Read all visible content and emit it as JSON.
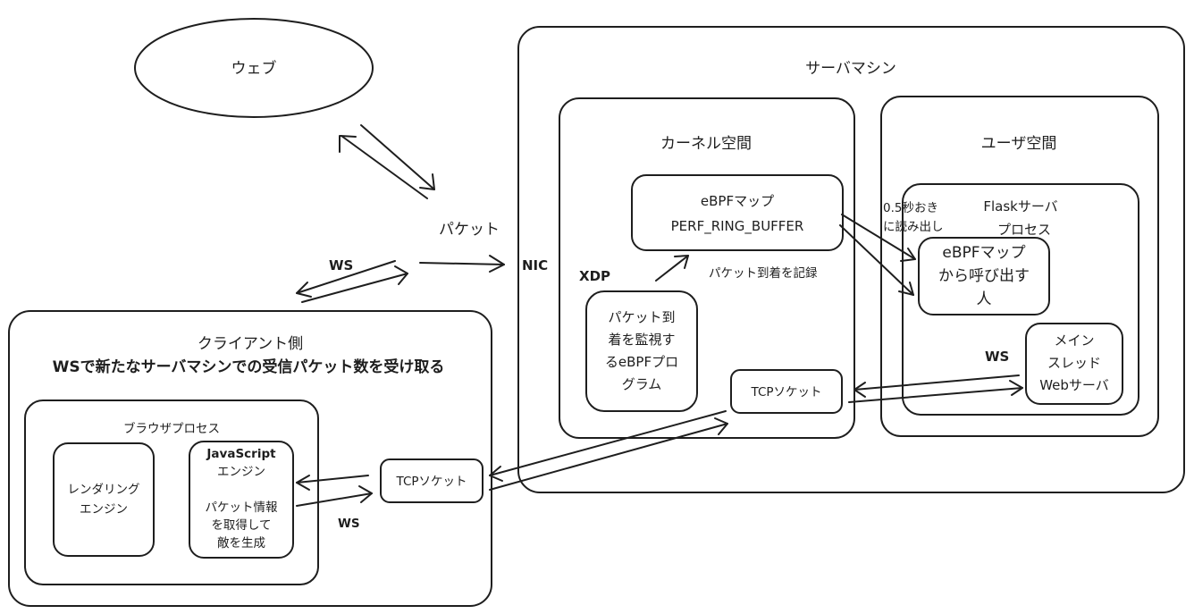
{
  "labels": {
    "web": "ウェブ",
    "packet": "パケット",
    "ws_top": "WS",
    "server_machine": "サーバマシン",
    "nic": "NIC",
    "kernel_space": "カーネル空間",
    "user_space": "ユーザ空間",
    "ebpf_map_line1": "eBPFマップ",
    "ebpf_map_line2": "PERF_RING_BUFFER",
    "xdp": "XDP",
    "record_arrival": "パケット到着を記録",
    "monitor_line1": "パケット到",
    "monitor_line2": "着を監視す",
    "monitor_line3": "るeBPFプロ",
    "monitor_line4": "グラム",
    "kernel_tcp_socket": "TCPソケット",
    "read_interval_line1": "0.5秒おき",
    "read_interval_line2": "に読み出し",
    "flask_line1": "Flaskサーバ",
    "flask_line2": "プロセス",
    "caller_line1": "eBPFマップ",
    "caller_line2": "から呼び出す",
    "caller_line3": "人",
    "ws_server": "WS",
    "main_thread_line1": "メイン",
    "main_thread_line2": "スレッド",
    "main_thread_line3": "Webサーバ",
    "client_line1": "クライアント側",
    "client_line2": "WSで新たなサーバマシンでの受信パケット数を受け取る",
    "browser_process": "ブラウザプロセス",
    "rendering_line1": "レンダリング",
    "rendering_line2": "エンジン",
    "js_line1": "JavaScript",
    "js_line2": "エンジン",
    "js_line3": "パケット情報",
    "js_line4": "を取得して",
    "js_line5": "敵を生成",
    "client_tcp_socket": "TCPソケット",
    "ws_bottom": "WS"
  }
}
